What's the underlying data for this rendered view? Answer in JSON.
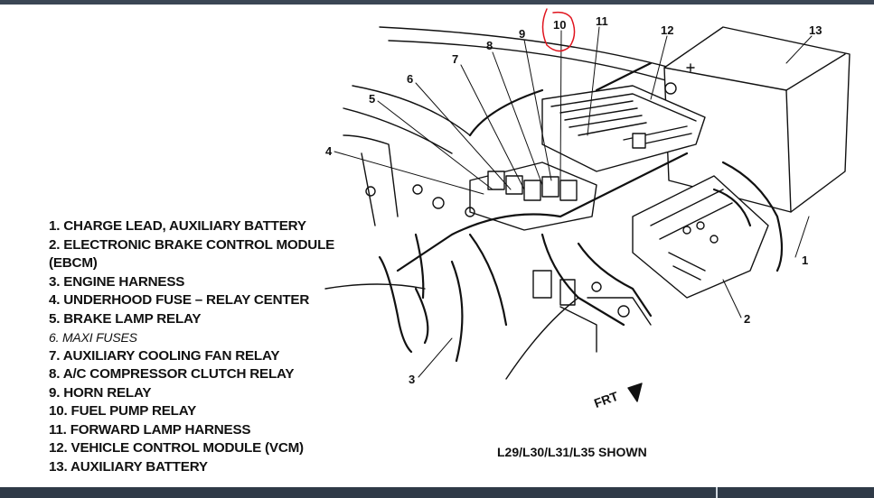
{
  "legend": {
    "items": [
      {
        "text": "1. CHARGE LEAD, AUXILIARY BATTERY"
      },
      {
        "text": "2. ELECTRONIC BRAKE CONTROL MODULE",
        "cont": "(EBCM)"
      },
      {
        "text": "3. ENGINE HARNESS"
      },
      {
        "text": "4. UNDERHOOD FUSE – RELAY CENTER"
      },
      {
        "text": "5. BRAKE LAMP RELAY"
      },
      {
        "text": "6. MAXI FUSES",
        "italic": true
      },
      {
        "text": "7. AUXILIARY COOLING FAN RELAY"
      },
      {
        "text": "8. A/C COMPRESSOR CLUTCH RELAY"
      },
      {
        "text": "9. HORN RELAY"
      },
      {
        "text": "10. FUEL PUMP RELAY"
      },
      {
        "text": "11. FORWARD LAMP HARNESS"
      },
      {
        "text": "12. VEHICLE CONTROL MODULE (VCM)"
      },
      {
        "text": "13. AUXILIARY BATTERY"
      }
    ]
  },
  "callouts": [
    "1",
    "2",
    "3",
    "4",
    "5",
    "6",
    "7",
    "8",
    "9",
    "10",
    "11",
    "12",
    "13"
  ],
  "frt_label": "FRT",
  "shown_note": "L29/L30/L31/L35 SHOWN",
  "colors": {
    "line": "#111111",
    "annotation_circle": "#e0141e",
    "bar": "#2f3a47"
  }
}
